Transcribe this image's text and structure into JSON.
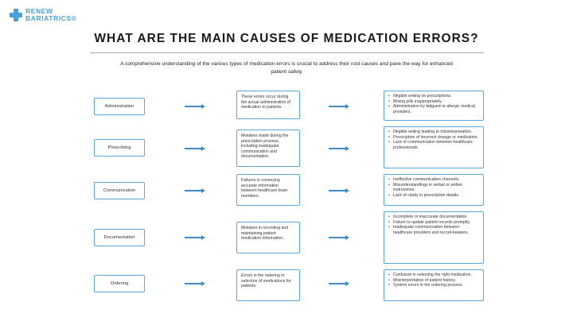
{
  "brand": {
    "line1": "RENEW",
    "line2": "BARIATRICS®"
  },
  "title": "WHAT ARE THE MAIN CAUSES OF MEDICATION ERRORS?",
  "subtitle": "A comprehensive understanding of the various types of medication errors is crucial to address their root causes and pave the way for enhanced patient safety",
  "rows": [
    {
      "category": "Administration",
      "description": "These errors occur during the actual administration of medication to patients.",
      "examples": [
        "Illegible writing on prescriptions.",
        "Mixing pills inappropriately.",
        "Administration by fatigued or allergic medical providers."
      ]
    },
    {
      "category": "Prescribing",
      "description": "Mistakes made during the prescription process, including inadequate communication and documentation.",
      "examples": [
        "Illegible writing leading to misinterpretation.",
        "Prescription of incorrect dosage or medication.",
        "Lack of communication between healthcare professionals."
      ]
    },
    {
      "category": "Communication",
      "description": "Failures in conveying accurate information between healthcare team members.",
      "examples": [
        "Ineffective communication channels.",
        "Misunderstandings in verbal or written instructions.",
        "Lack of clarity in prescription details."
      ]
    },
    {
      "category": "Documentation",
      "description": "Mistakes in recording and maintaining patient medication information.",
      "examples": [
        "Incomplete or inaccurate documentation.",
        "Failure to update patient records promptly.",
        "Inadequate communication between healthcare providers and record-keepers."
      ]
    },
    {
      "category": "Ordering",
      "description": "Errors in the ordering or selection of medications for patients.",
      "examples": [
        "Confusion in selecting the right medication.",
        "Misinterpretation of patient history.",
        "System errors in the ordering process."
      ]
    }
  ]
}
